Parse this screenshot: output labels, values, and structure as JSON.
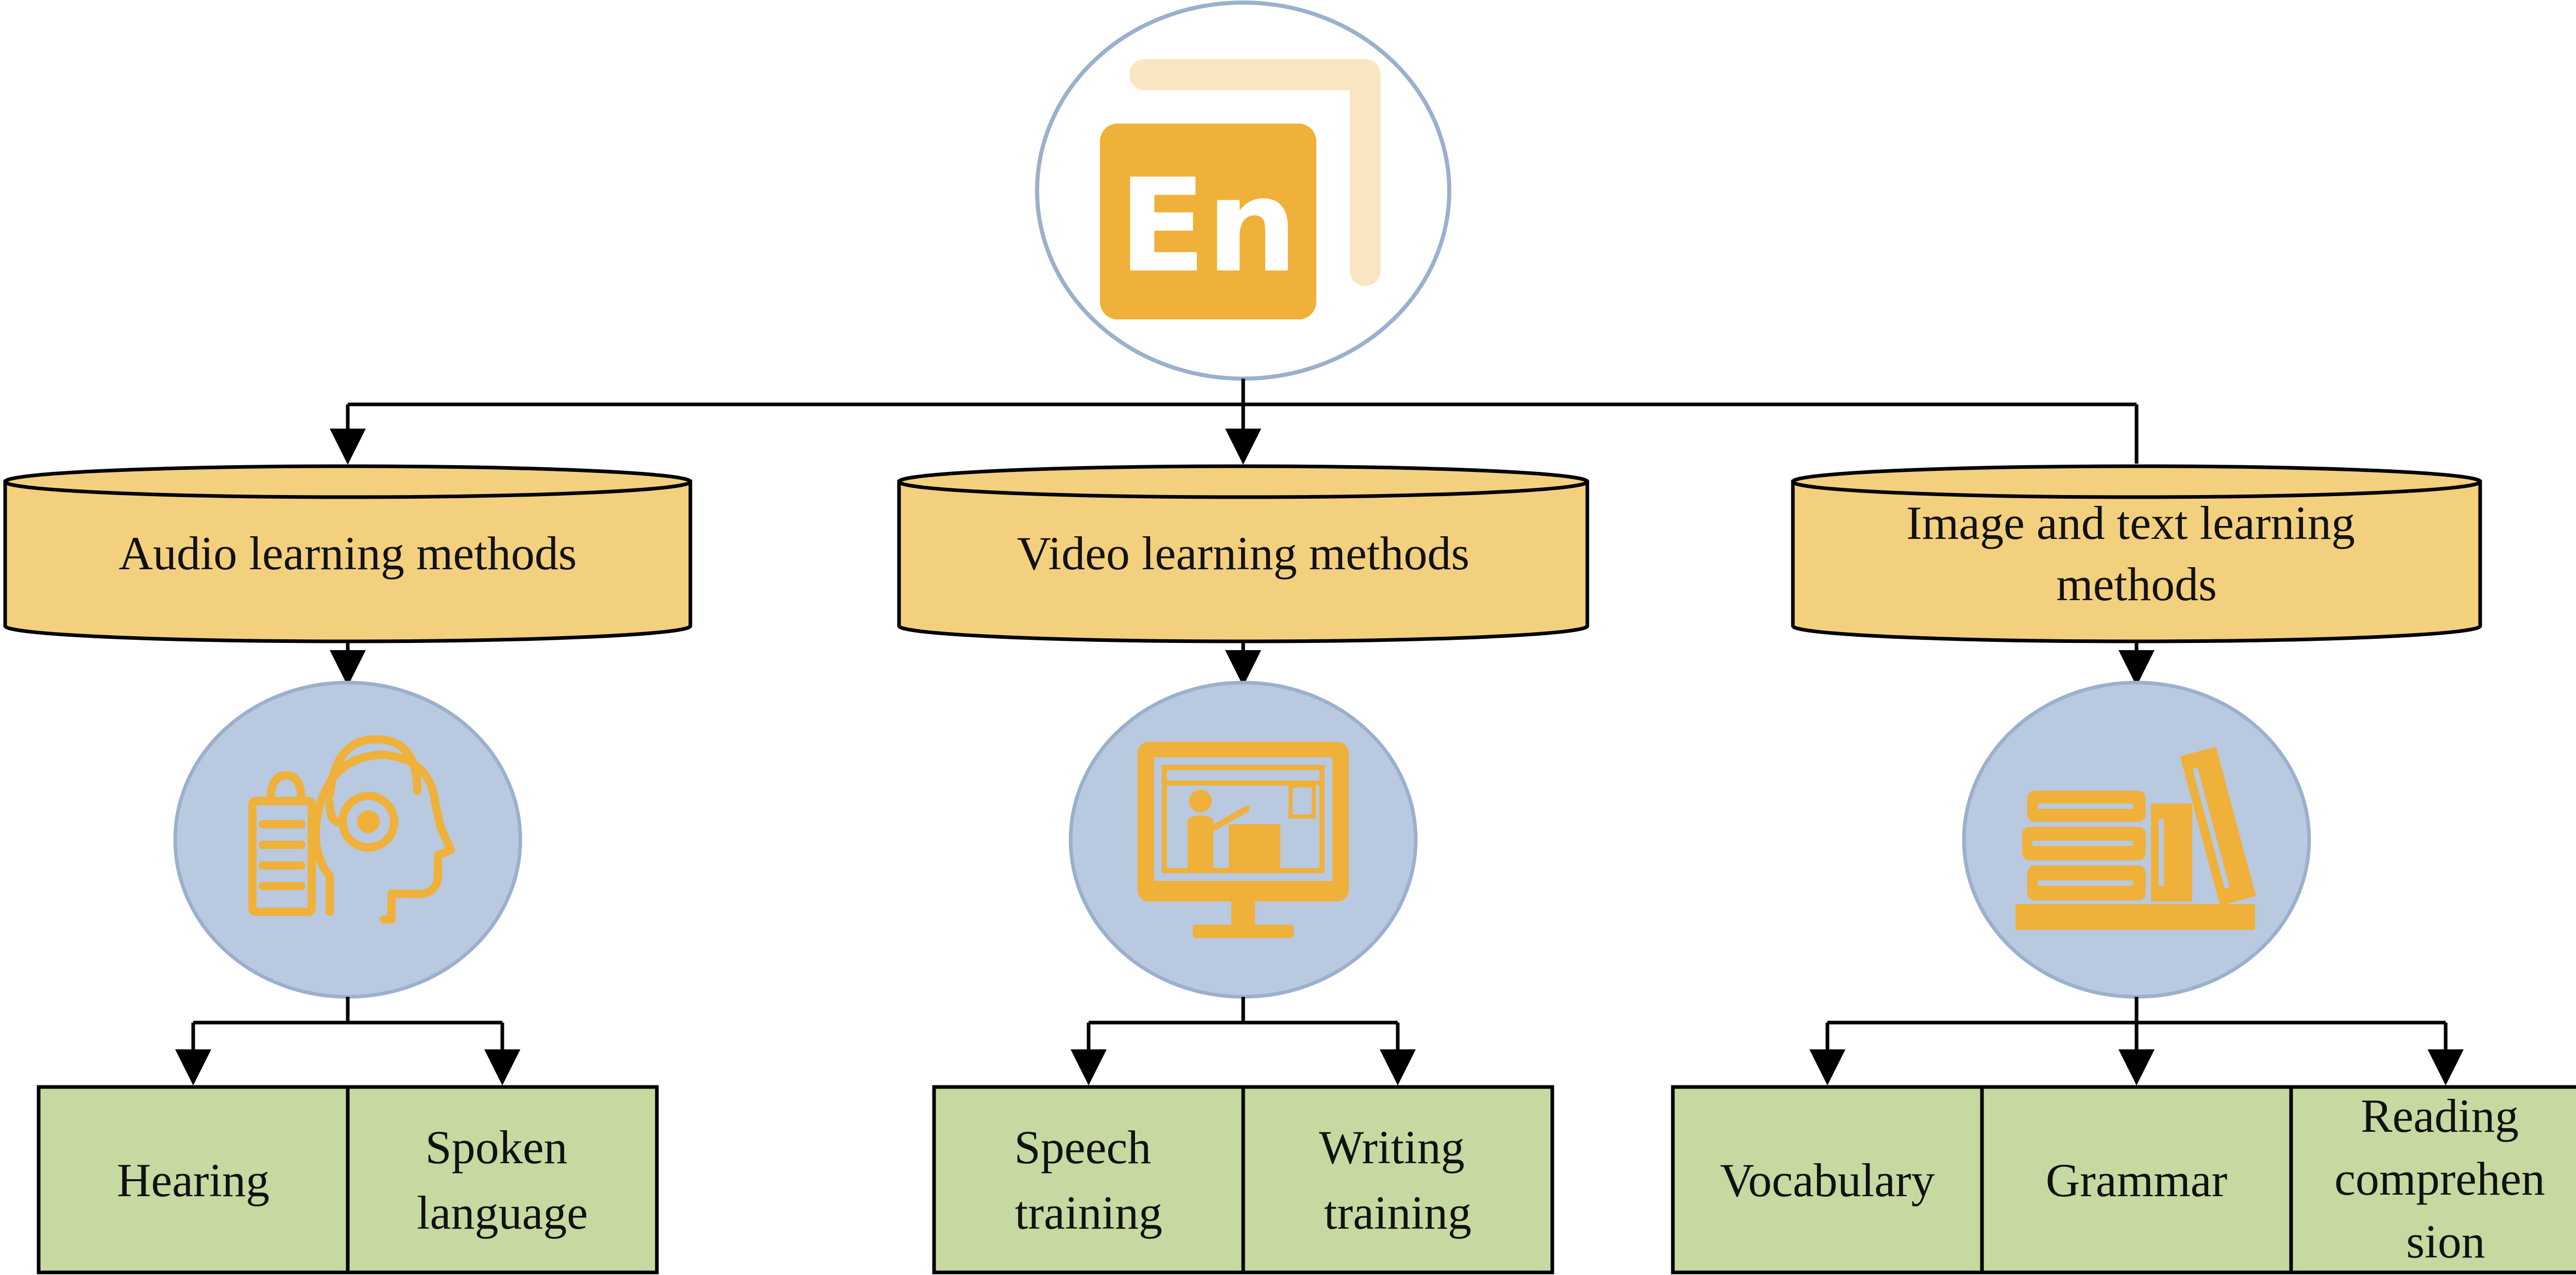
{
  "colors": {
    "cylinder_fill": "#F3D07D",
    "circle_fill": "#B8C9E0",
    "circle_stroke": "#9BB0CC",
    "box_fill": "#C6D9A0",
    "icon_orange": "#EFB13A",
    "icon_light": "#F9E6C1",
    "line": "#000000"
  },
  "root": {
    "logo_text": "En",
    "icon": "en-language-logo-icon"
  },
  "categories": [
    {
      "label_lines": [
        "Audio learning methods"
      ],
      "icon": "headphones-head-icon",
      "children": [
        {
          "lines": [
            "Hearing"
          ]
        },
        {
          "lines": [
            "Spoken",
            "language"
          ]
        }
      ]
    },
    {
      "label_lines": [
        "Video learning methods"
      ],
      "icon": "monitor-presentation-icon",
      "children": [
        {
          "lines": [
            "Speech",
            "training"
          ]
        },
        {
          "lines": [
            "Writing",
            "training"
          ]
        }
      ]
    },
    {
      "label_lines": [
        "Image and text learning",
        "methods"
      ],
      "icon": "books-icon",
      "children": [
        {
          "lines": [
            "Vocabulary"
          ]
        },
        {
          "lines": [
            "Grammar"
          ]
        },
        {
          "lines": [
            "Reading",
            "comprehen",
            "sion"
          ]
        }
      ]
    }
  ]
}
